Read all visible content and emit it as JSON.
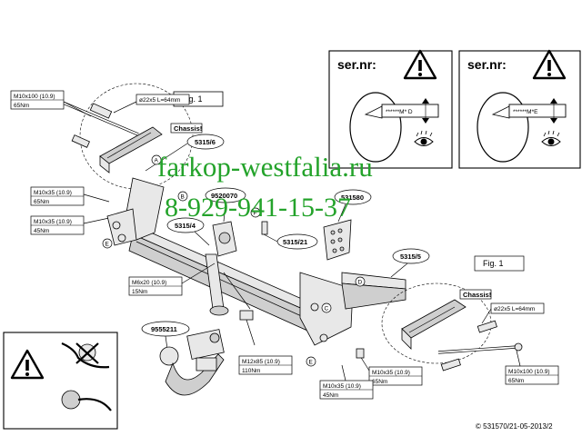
{
  "panels": {
    "serial_left": {
      "title": "ser.nr:",
      "code": "******M* D"
    },
    "serial_right": {
      "title": "ser.nr:",
      "code": "******M*E"
    }
  },
  "figure_labels": {
    "fig_left": "Fig. 1",
    "fig_right": "Fig. 1",
    "chassis": "Chassis!"
  },
  "callouts": {
    "c_5315_6": "5315/6",
    "c_9520070": "9520070",
    "c_531580": "531580",
    "c_5315_4": "5315/4",
    "c_5315_21": "5315/21",
    "c_5315_5": "5315/5",
    "c_9555211": "9555211"
  },
  "letters": {
    "A": "A",
    "B": "B",
    "C": "C",
    "D": "D",
    "E": "E",
    "F": "F"
  },
  "specs": {
    "tl_bolt": [
      "M10x100 (10.9)",
      "65Nm"
    ],
    "tl_sleeve": "ø22x5 L=64mm",
    "left_m10x35_a": [
      "M10x35 (10.9)",
      "65Nm"
    ],
    "left_m10x35_b": [
      "M10x35 (10.9)",
      "45Nm"
    ],
    "m6x20": [
      "M6x20 (10.9)",
      "15Nm"
    ],
    "m12x85": [
      "M12x85 (10.9)",
      "110Nm"
    ],
    "right_m10x35_a": [
      "M10x35 (10.9)",
      "65Nm"
    ],
    "right_m10x35_b": [
      "M10x35 (10.9)",
      "45Nm"
    ],
    "right_sleeve": "ø22x5 L=64mm",
    "right_bolt": [
      "M10x100 (10.9)",
      "65Nm"
    ]
  },
  "watermark": {
    "line1": "farkop-westfalia.ru",
    "line2": "8-929-941-15-37"
  },
  "copyright": "© 531570/21-05-2013/2",
  "icons": [
    "warning-icon",
    "eye-icon",
    "no-cable-icon"
  ]
}
